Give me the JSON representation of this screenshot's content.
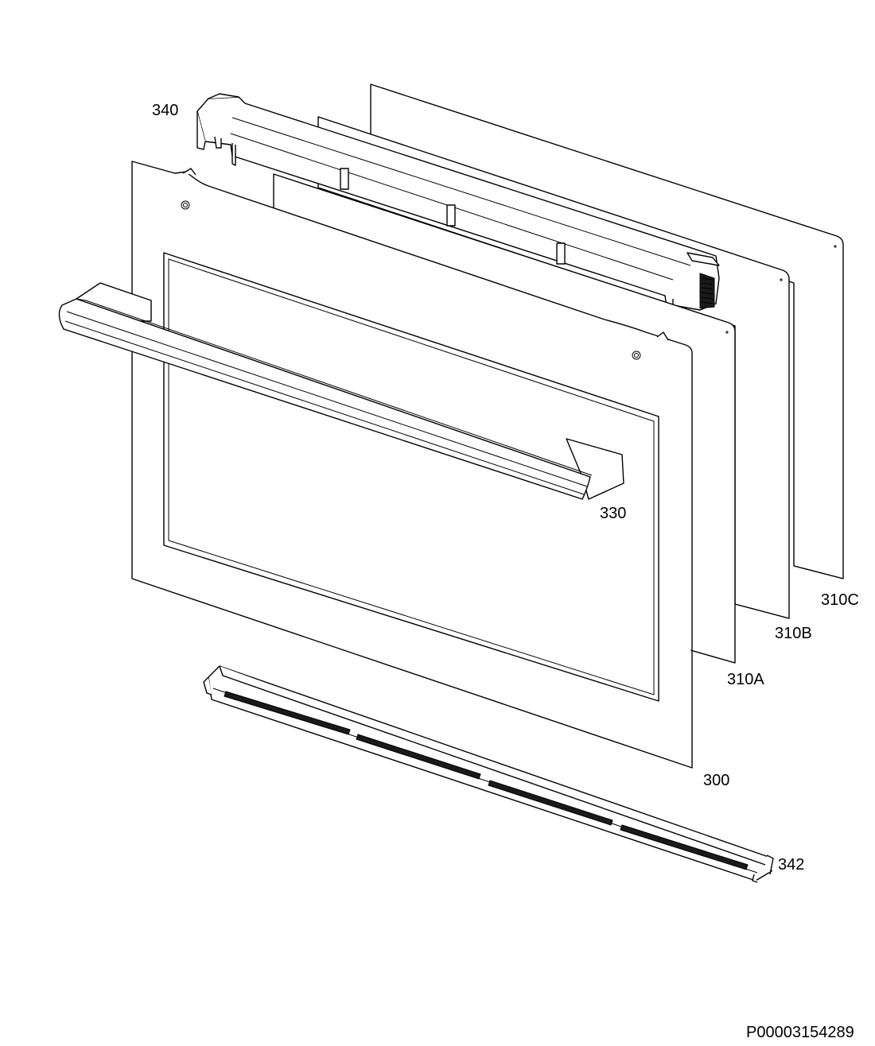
{
  "labels": {
    "p340": "340",
    "p330": "330",
    "p310C": "310C",
    "p310B": "310B",
    "p310A": "310A",
    "p300": "300",
    "p342": "342"
  },
  "drawing_code": "P00003154289"
}
